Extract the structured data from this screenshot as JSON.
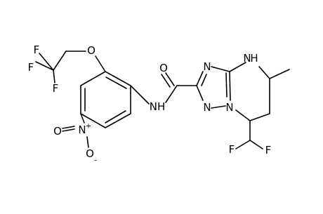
{
  "molecule": {
    "atom_labels": {
      "f_top_left": "F",
      "f_left": "F",
      "f_bottom_left": "F",
      "ether_oxygen": "O",
      "amide_nh": "NH",
      "carbonyl_oxygen": "O",
      "nitro_n": "N",
      "nitro_n_charge": "+",
      "nitro_o_left": "O",
      "nitro_o_bottom": "O",
      "nitro_o_bottom_charge": "-",
      "triazole_n_top": "N",
      "triazole_n_bottom_left": "N",
      "triazole_n_bridge": "N",
      "ring_nh_h": "H",
      "ring_nh_n": "N",
      "chf2_f_left": "F",
      "chf2_f_right": "F"
    }
  }
}
